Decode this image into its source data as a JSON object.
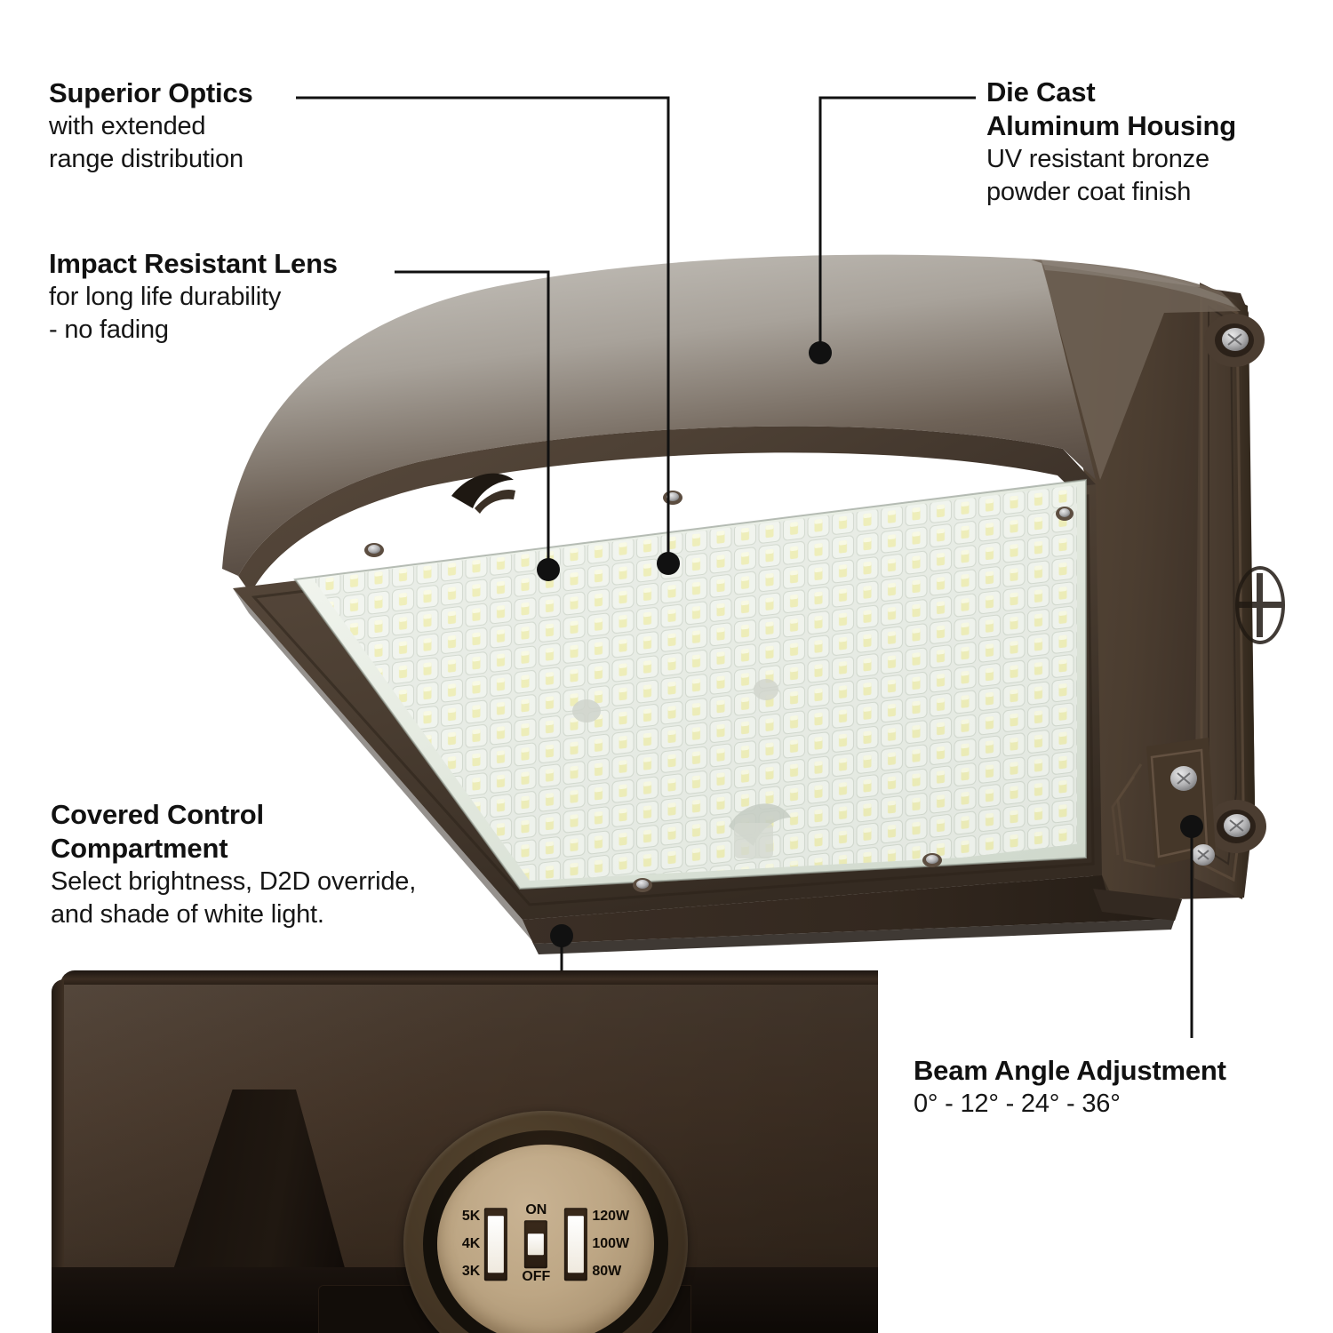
{
  "product": {
    "type": "LED wall pack luminaire",
    "housing_color_hex": "#4a3b2e",
    "lens_color_hex": "#e9eee8",
    "led_color_hex": "#f2f0b4",
    "accent_line_hex": "#111111"
  },
  "callouts": [
    {
      "id": "superior-optics",
      "title": "Superior Optics",
      "sub_lines": [
        "with extended",
        "range distribution"
      ]
    },
    {
      "id": "impact-resistant-lens",
      "title": "Impact Resistant Lens",
      "sub_lines": [
        "for long life durability",
        "- no fading"
      ]
    },
    {
      "id": "die-cast-aluminum-housing",
      "title_lines": [
        "Die Cast",
        "Aluminum Housing"
      ],
      "sub_lines": [
        "UV resistant bronze",
        "powder coat finish"
      ]
    },
    {
      "id": "covered-control-compartment",
      "title_lines": [
        "Covered Control",
        "Compartment"
      ],
      "sub_lines": [
        "Select brightness, D2D override,",
        "and shade of white light."
      ]
    },
    {
      "id": "beam-angle-adjustment",
      "title": "Beam Angle Adjustment",
      "sub_lines": [
        "0° - 12° - 24° - 36°"
      ]
    }
  ],
  "control_compartment": {
    "cct_switch": {
      "name": "color-temperature-selector",
      "options": [
        "5K",
        "4K",
        "3K"
      ]
    },
    "d2d_switch": {
      "name": "dusk-to-dawn-override",
      "on_label": "ON",
      "off_label": "OFF"
    },
    "wattage_switch": {
      "name": "wattage-selector",
      "options": [
        "120W",
        "100W",
        "80W"
      ]
    }
  }
}
